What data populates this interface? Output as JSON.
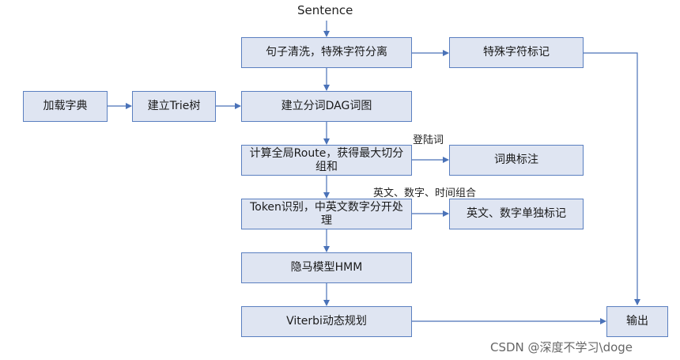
{
  "diagram": {
    "input": "Sentence",
    "nodes": {
      "clean": "句子清洗，特殊字符分离",
      "special_mark": "特殊字符标记",
      "load_dict": "加载字典",
      "build_trie": "建立Trie树",
      "build_dag": "建立分词DAG词图",
      "route": "计算全局Route，获得最大切分组和",
      "dict_tag": "词典标注",
      "token": "Token识别，中英文数字分开处理",
      "en_num_tag": "英文、数字单独标记",
      "hmm": "隐马模型HMM",
      "viterbi": "Viterbi动态规划",
      "output": "输出"
    },
    "edge_labels": {
      "registered": "登陆词",
      "en_num_time": "英文、数字、时间组合"
    }
  },
  "watermark": "CSDN @深度不学习\\doge",
  "colors": {
    "box_fill": "#dfe5f2",
    "box_border": "#5a7fc0",
    "edge": "#4a72b8"
  }
}
